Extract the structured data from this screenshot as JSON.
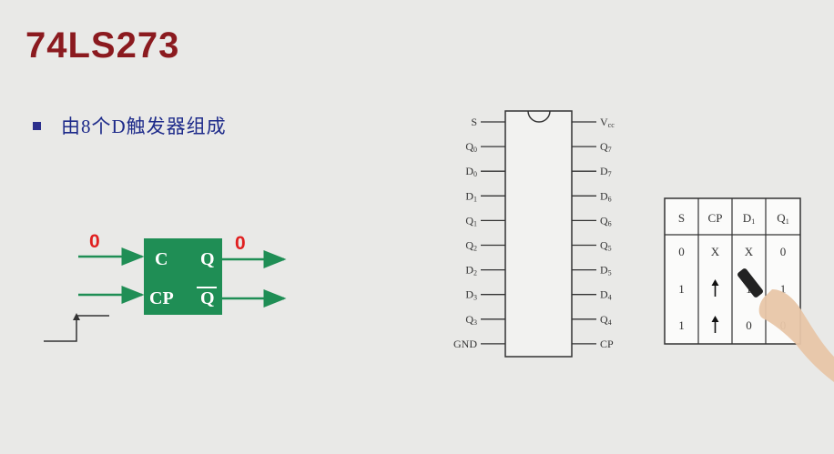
{
  "title": "74LS273",
  "bullet": "由8个D触发器组成",
  "flipflop": {
    "box_color": "#1f8e55",
    "in_value": "0",
    "out_value": "0",
    "pin_c": "C",
    "pin_q": "Q",
    "pin_cp": "CP",
    "pin_qbar": "Q"
  },
  "chip": {
    "left_pins": [
      "S",
      "Q0",
      "D0",
      "D1",
      "Q1",
      "Q2",
      "D2",
      "D3",
      "Q3",
      "GND"
    ],
    "right_pins": [
      "Vcc",
      "Q7",
      "D7",
      "D6",
      "Q6",
      "Q5",
      "D5",
      "D4",
      "Q4",
      "CP"
    ]
  },
  "truth_table": {
    "headers": [
      "S",
      "CP",
      "D1",
      "Q1"
    ],
    "rows": [
      [
        "0",
        "X",
        "X",
        "0"
      ],
      [
        "1",
        "↑",
        "1",
        "1"
      ],
      [
        "1",
        "↑",
        "0",
        "0"
      ]
    ]
  }
}
